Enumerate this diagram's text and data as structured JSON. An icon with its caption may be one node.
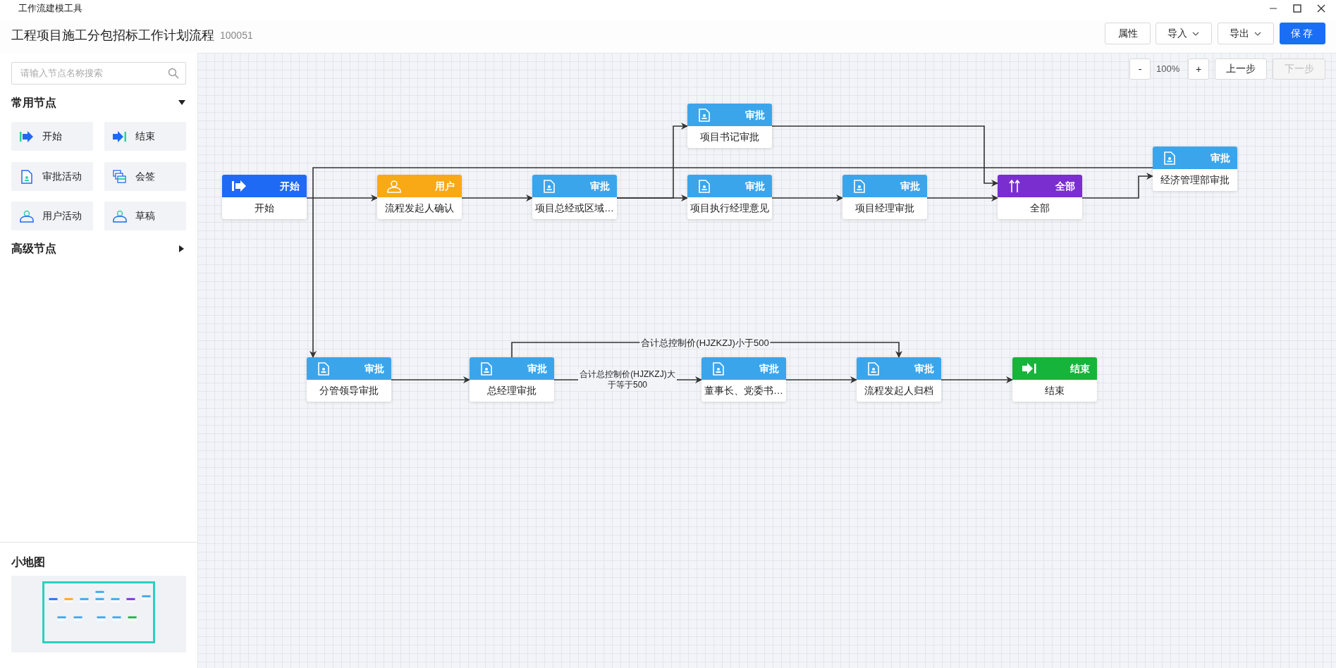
{
  "diagram": {
    "title": "工程项目施工分包招标工作计划流程",
    "nodes": [
      {
        "text": [
          "开始",
          "开始"
        ]
      },
      {
        "text": [
          "用户",
          "流程发起人确认"
        ]
      },
      {
        "text": [
          "审批",
          "项目总经或区域…"
        ]
      },
      {
        "text": [
          "审批",
          "项目书记审批"
        ]
      },
      {
        "text": [
          "审批",
          "项目执行经理意见"
        ]
      },
      {
        "text": [
          "审批",
          "项目经理审批"
        ]
      },
      {
        "text": [
          "全部",
          "全部"
        ]
      },
      {
        "text": [
          "审批",
          "经济管理部审批"
        ]
      },
      {
        "text": [
          "审批",
          "分管领导审批"
        ]
      },
      {
        "text": [
          "审批",
          "总经理审批"
        ]
      },
      {
        "text": [
          "审批",
          "董事长、党委书…"
        ]
      },
      {
        "text": [
          "审批",
          "流程发起人归档"
        ]
      },
      {
        "text": [
          "结束",
          "结束"
        ]
      }
    ],
    "edges": [
      {
        "from": 0,
        "to": 1,
        "arrow": "to"
      },
      {
        "from": 1,
        "to": 2,
        "arrow": "to"
      },
      {
        "from": 2,
        "to": 3,
        "arrow": "to"
      },
      {
        "from": 2,
        "to": 4,
        "arrow": "to"
      },
      {
        "from": 3,
        "to": 6,
        "arrow": "to"
      },
      {
        "from": 4,
        "to": 5,
        "arrow": "to"
      },
      {
        "from": 5,
        "to": 6,
        "arrow": "to"
      },
      {
        "from": 6,
        "to": 7,
        "arrow": "to"
      },
      {
        "from": 7,
        "to": 8,
        "arrow": "to"
      },
      {
        "from": 8,
        "to": 9,
        "arrow": "to"
      },
      {
        "from": 9,
        "to": 10,
        "arrow": "to",
        "label": "合计总控制价(HJZKZJ)大于等于500"
      },
      {
        "from": 9,
        "to": 11,
        "arrow": "to",
        "label": "合计总控制价(HJZKZJ)小于500"
      },
      {
        "from": 10,
        "to": 11,
        "arrow": "to"
      },
      {
        "from": 11,
        "to": 12,
        "arrow": "to"
      }
    ],
    "labels": [
      "工作流建模工具",
      "100051",
      "属性",
      "导入",
      "导出",
      "保存",
      "请输入节点名称搜索",
      "常用节点",
      "开始",
      "结束",
      "审批活动",
      "会签",
      "用户活动",
      "草稿",
      "高级节点",
      "-",
      "100%",
      "+",
      "上一步",
      "下一步",
      "小地图"
    ]
  }
}
